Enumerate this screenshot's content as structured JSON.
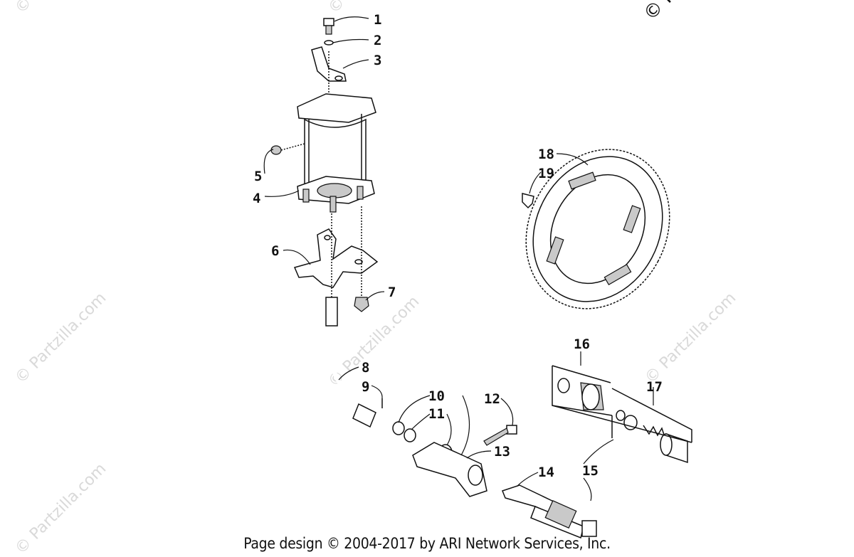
{
  "diagram": {
    "callouts": [
      "1",
      "2",
      "3",
      "4",
      "5",
      "6",
      "7",
      "8",
      "9",
      "10",
      "11",
      "12",
      "13",
      "14",
      "15",
      "16",
      "17",
      "18",
      "19"
    ],
    "watermarks": [
      "© Partzilla.com",
      "© Partzilla.com",
      "© Partzilla.com",
      "© Partzilla.com",
      "© Partzilla.com",
      "© Partzilla.com",
      "© Partzilla.com"
    ],
    "footer": "Page design © 2004-2017 by ARI Network Services, Inc."
  }
}
